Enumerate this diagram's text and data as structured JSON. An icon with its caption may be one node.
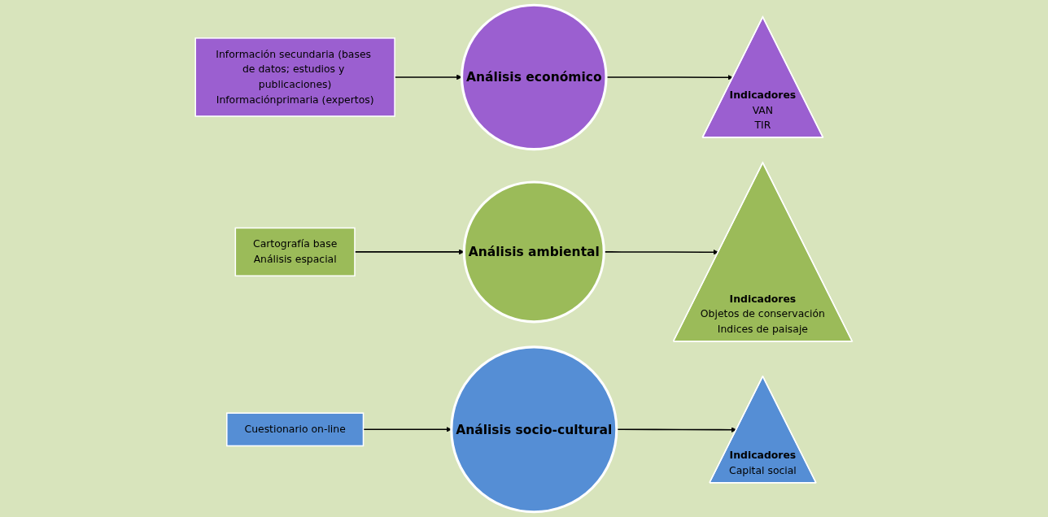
{
  "diagram": {
    "nodes": [
      {
        "text": [
          "Información secundaria (bases de datos; estudios y publicaciones)",
          "Informaciónprimaria (expertos)"
        ]
      },
      {
        "text": [
          "Cartografía base",
          "Análisis espacial"
        ]
      },
      {
        "text": [
          "Análisis económico"
        ]
      },
      {
        "text": [
          "Análisis ambiental"
        ]
      },
      {
        "text": [
          "Indicadores",
          "VAN",
          "TIR"
        ]
      },
      {
        "text": [
          "Indicadores",
          "Objetos de conservación",
          "Indices de paisaje"
        ]
      },
      {
        "text": [
          "Análisis socio-cultural"
        ]
      },
      {
        "text": [
          "Cuestionario on-line"
        ]
      },
      {
        "text": [
          "Indicadores",
          "Capital social"
        ]
      }
    ],
    "edges": [
      {
        "from": 0,
        "to": 2,
        "arrow": "to"
      },
      {
        "from": 1,
        "to": 3,
        "arrow": "to"
      },
      {
        "from": 2,
        "to": 4,
        "arrow": "to"
      },
      {
        "from": 3,
        "to": 5,
        "arrow": "to"
      },
      {
        "from": 7,
        "to": 6,
        "arrow": "to"
      },
      {
        "from": 6,
        "to": 8,
        "arrow": "to"
      }
    ]
  }
}
